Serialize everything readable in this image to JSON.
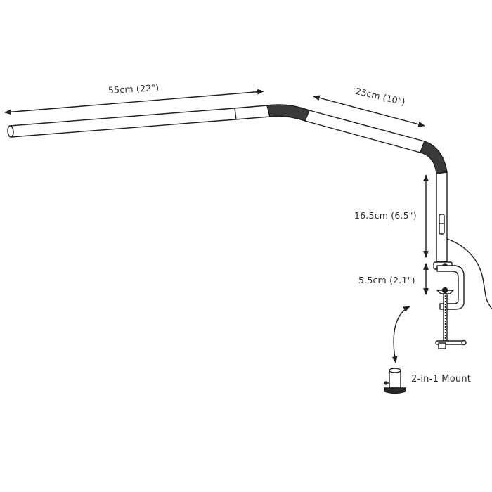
{
  "diagram": {
    "labels": {
      "arm_length": "55cm (22\")",
      "forearm_length": "25cm (10\")",
      "upper_pole": "16.5cm (6.5\")",
      "lower_pole": "5.5cm (2.1\")",
      "mount": "2-in-1 Mount"
    },
    "colors": {
      "line": "#1e1e1e",
      "background": "#ffffff"
    }
  }
}
